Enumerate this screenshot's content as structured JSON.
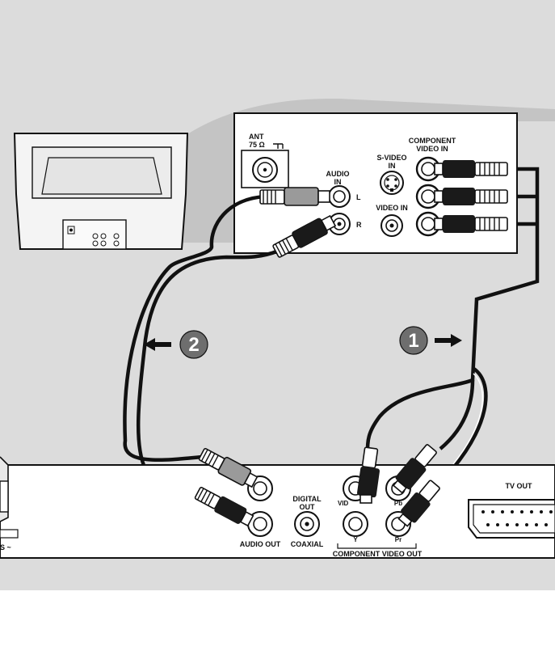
{
  "tv_panel": {
    "ant_label": "ANT",
    "ant_ohm": "75 Ω",
    "audio_in_line1": "AUDIO",
    "audio_in_line2": "IN",
    "audio_l": "L",
    "audio_r": "R",
    "svideo_line1": "S-VIDEO",
    "svideo_line2": "IN",
    "component_line1": "COMPONENT",
    "component_line2": "VIDEO IN",
    "video_in": "VIDEO IN"
  },
  "steps": {
    "step1": "1",
    "step2": "2"
  },
  "dvd_panel": {
    "audio_out": "AUDIO OUT",
    "digital_line1": "DIGITAL",
    "digital_line2": "OUT",
    "coaxial": "COAXIAL",
    "video_label": "VID",
    "pb_label": "Pb",
    "y_label": "Y",
    "pr_label": "Pr",
    "component_video_out": "COMPONENT VIDEO OUT",
    "tv_out": "TV OUT",
    "mains_label": "S ~"
  },
  "colors": {
    "background": "#ffffff",
    "gray_band": "#dcdcdc",
    "shadow_gray": "#c4c4c4",
    "panel": "#ffffff",
    "line": "#111111",
    "step_badge": "#6e6e6e"
  }
}
